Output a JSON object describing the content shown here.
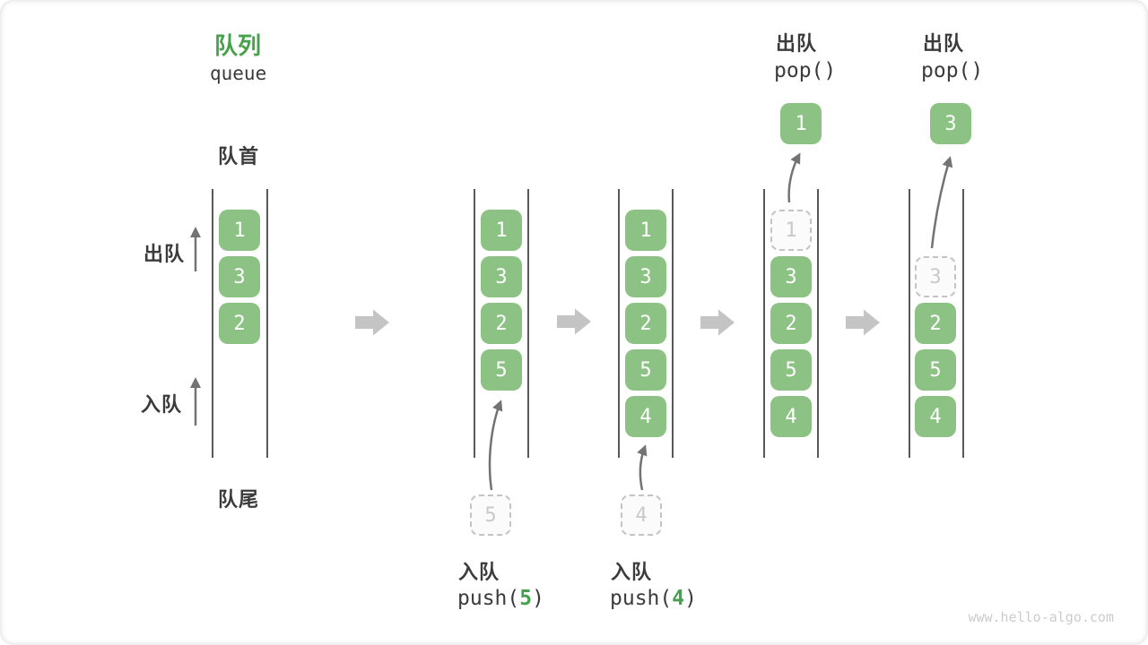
{
  "title": {
    "zh": "队列",
    "en": "queue"
  },
  "labels": {
    "front": "队首",
    "rear": "队尾",
    "dequeue": "出队",
    "enqueue": "入队"
  },
  "operations": {
    "push5": {
      "label": "入队",
      "fn": "push(",
      "arg": "5",
      "close": ")"
    },
    "push4": {
      "label": "入队",
      "fn": "push(",
      "arg": "4",
      "close": ")"
    },
    "pop1": {
      "label": "出队",
      "code": "pop()"
    },
    "pop2": {
      "label": "出队",
      "code": "pop()"
    }
  },
  "states": {
    "state1": {
      "cells": [
        "1",
        "3",
        "2"
      ]
    },
    "state2": {
      "cells": [
        "1",
        "3",
        "2",
        "5"
      ],
      "incoming": "5"
    },
    "state3": {
      "cells": [
        "1",
        "3",
        "2",
        "5",
        "4"
      ],
      "incoming": "4"
    },
    "state4": {
      "ghost": "1",
      "cells": [
        "3",
        "2",
        "5",
        "4"
      ],
      "popped": "1"
    },
    "state5": {
      "ghost": "3",
      "cells": [
        "2",
        "5",
        "4"
      ],
      "popped": "3"
    }
  },
  "watermark": "www.hello-algo.com",
  "colors": {
    "cell_green": "#8CC284",
    "accent_green": "#46A14A",
    "text_dark": "#3B3B3B",
    "block_arrow_gray": "#C4C4C4",
    "thin_arrow_gray": "#737373",
    "dashed_gray": "#C4C4C4",
    "rail_gray": "#57585A",
    "watermark_gray": "#CBCBCB"
  }
}
